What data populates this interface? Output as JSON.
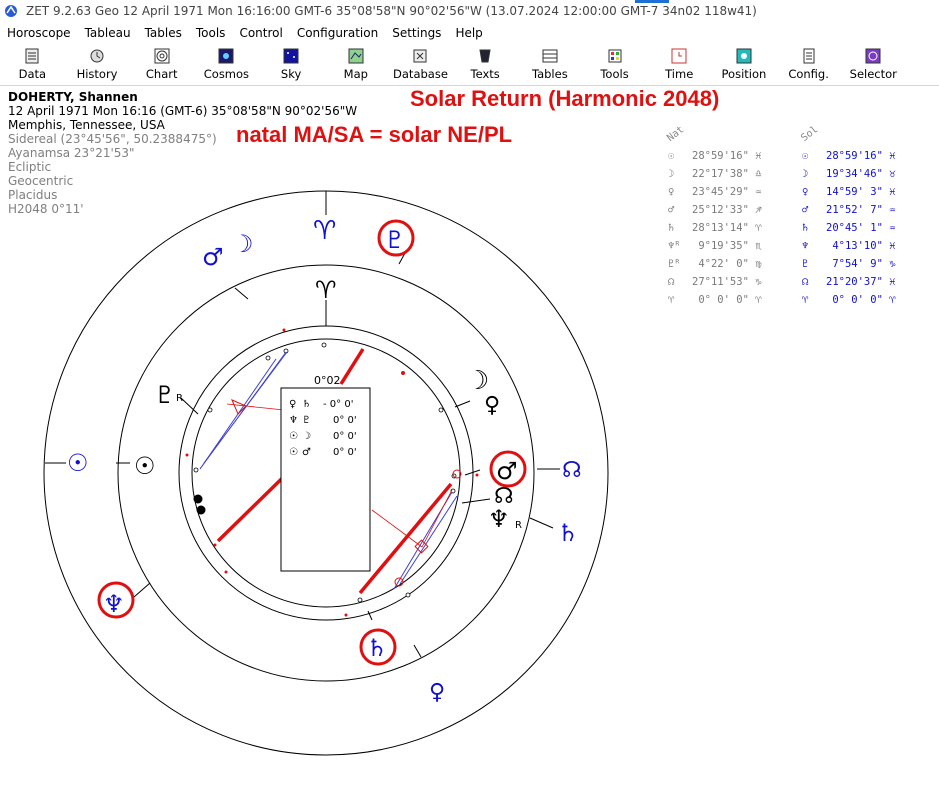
{
  "window": {
    "title": "ZET 9.2.63 Geo    12 April 1971  Mon  16:16:00 GMT-6 35°08'58\"N  90°02'56\"W  (13.07.2024  12:00:00 GMT-7 34n02 118w41)"
  },
  "menu": [
    "Horoscope",
    "Tableau",
    "Tables",
    "Tools",
    "Control",
    "Configuration",
    "Settings",
    "Help"
  ],
  "toolbar": [
    {
      "label": "Data",
      "icon": "data-icon"
    },
    {
      "label": "History",
      "icon": "history-icon"
    },
    {
      "label": "Chart",
      "icon": "chart-icon"
    },
    {
      "label": "Cosmos",
      "icon": "cosmos-icon"
    },
    {
      "label": "Sky",
      "icon": "sky-icon"
    },
    {
      "label": "Map",
      "icon": "map-icon"
    },
    {
      "label": "Database",
      "icon": "database-icon"
    },
    {
      "label": "Texts",
      "icon": "texts-icon"
    },
    {
      "label": "Tables",
      "icon": "tables-icon"
    },
    {
      "label": "Tools",
      "icon": "tools-icon"
    },
    {
      "label": "Time",
      "icon": "time-icon"
    },
    {
      "label": "Position",
      "icon": "position-icon"
    },
    {
      "label": "Config.",
      "icon": "config-icon"
    },
    {
      "label": "Selector",
      "icon": "selector-icon"
    }
  ],
  "info": {
    "name": "DOHERTY, Shannen",
    "datetime": "12 April 1971  Mon  16:16 (GMT-6) 35°08'58\"N  90°02'56\"W",
    "place": "Memphis, Tennessee, USA",
    "zodiac": "Sidereal (23°45'56\", 50.2388475°)",
    "ayanamsa": "Ayanamsa 23°21'53\"",
    "coordinates": "Ecliptic",
    "centric": "Geocentric",
    "houses": "Placidus",
    "harmonic": "H2048   0°11'"
  },
  "overlay": {
    "title": "Solar Return (Harmonic 2048)",
    "subtitle": "natal MA/SA = solar NE/PL"
  },
  "wheel": {
    "center_label": "0°02",
    "aspect_box": [
      {
        "g1": "♀",
        "g2": "♄",
        "value": "- 0° 0'"
      },
      {
        "g1": "♆",
        "g2": "♇",
        "value": "0° 0'"
      },
      {
        "g1": "☉",
        "g2": "☽",
        "value": "0° 0'"
      },
      {
        "g1": "☉",
        "g2": "♂",
        "value": "0° 0'"
      }
    ],
    "outer_glyphs": [
      "♂",
      "☽",
      "♈",
      "♇",
      "☊",
      "♄",
      "♀",
      "♄",
      "♆",
      "☉"
    ],
    "inner_glyphs": [
      "♈",
      "☽",
      "♀",
      "♂",
      "☊",
      "♆",
      "♇",
      "☉"
    ],
    "retro_marker": "R"
  },
  "positions": {
    "nat_header": "Nat",
    "sol_header": "Sol",
    "nat": [
      {
        "glyph": "☉",
        "value": "28°59'16\" ♓"
      },
      {
        "glyph": "☽",
        "value": "22°17'38\" ♎"
      },
      {
        "glyph": "♀",
        "value": "23°45'29\" ♒"
      },
      {
        "glyph": "♂",
        "value": "25°12'33\" ♐"
      },
      {
        "glyph": "♄",
        "value": "28°13'14\" ♈"
      },
      {
        "glyph": "♆ᴿ",
        "value": " 9°19'35\" ♏"
      },
      {
        "glyph": "♇ᴿ",
        "value": " 4°22' 0\" ♍"
      },
      {
        "glyph": "☊",
        "value": "27°11'53\" ♑"
      },
      {
        "glyph": "♈",
        "value": " 0° 0' 0\" ♈"
      }
    ],
    "sol": [
      {
        "glyph": "☉",
        "value": "28°59'16\" ♓"
      },
      {
        "glyph": "☽",
        "value": "19°34'46\" ♉"
      },
      {
        "glyph": "♀",
        "value": "14°59' 3\" ♓"
      },
      {
        "glyph": "♂",
        "value": "21°52' 7\" ♒"
      },
      {
        "glyph": "♄",
        "value": "20°45' 1\" ♒"
      },
      {
        "glyph": "♆",
        "value": " 4°13'10\" ♓"
      },
      {
        "glyph": "♇",
        "value": " 7°54' 9\" ♑"
      },
      {
        "glyph": "☊",
        "value": "21°20'37\" ♓"
      },
      {
        "glyph": "♈",
        "value": " 0° 0' 0\" ♈"
      }
    ]
  },
  "colors": {
    "accent_blue": "#1010d0",
    "highlight_red": "#e01010",
    "natal_gray": "#7a7a7a"
  }
}
